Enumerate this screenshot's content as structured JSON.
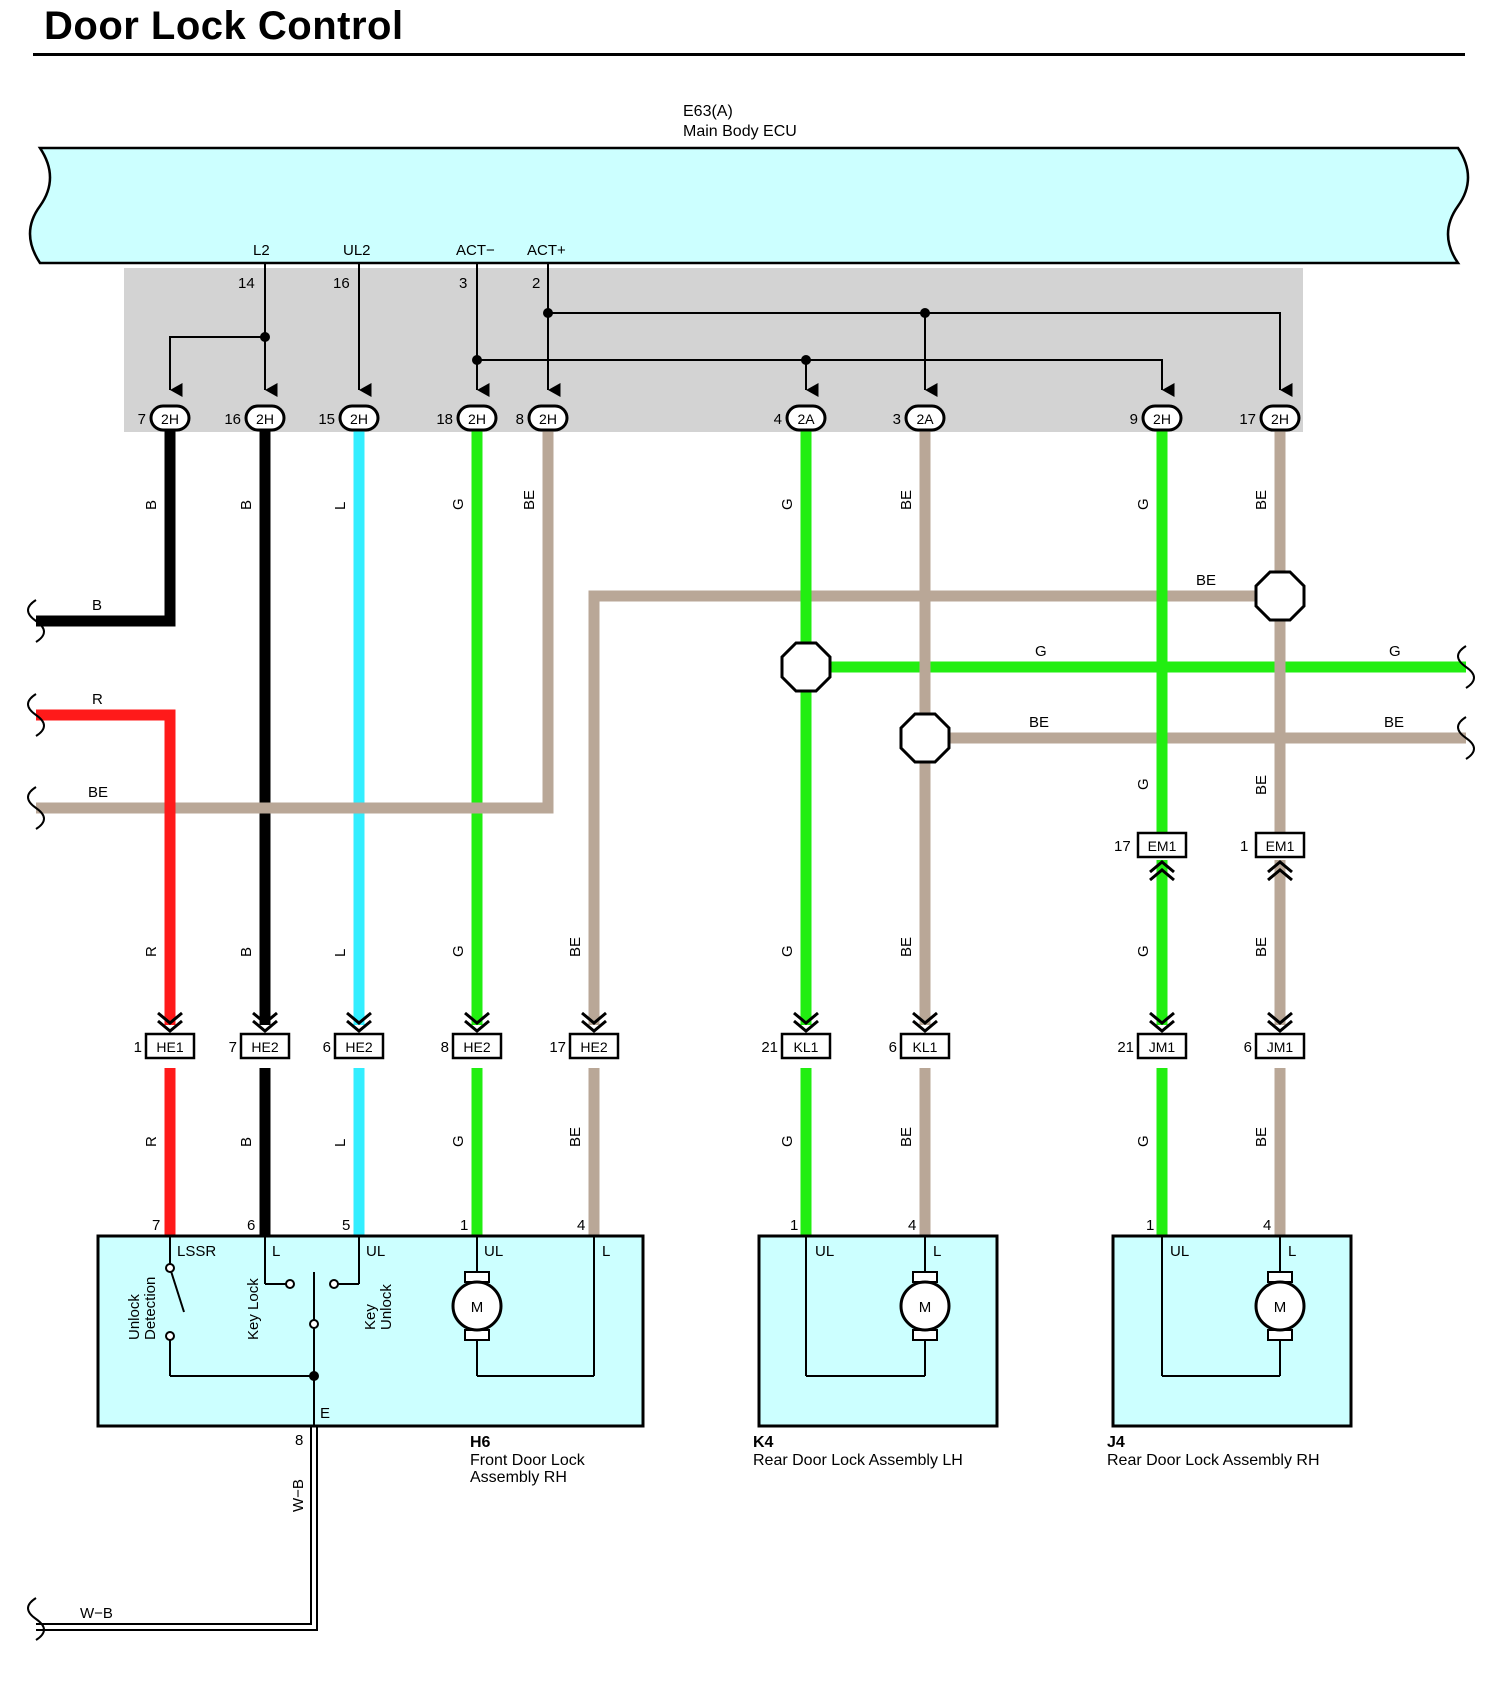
{
  "title": "Door Lock Control",
  "ecu": {
    "code": "E63(A)",
    "name": "Main Body ECU",
    "terminals": [
      {
        "name": "L2",
        "pin": "14"
      },
      {
        "name": "UL2",
        "pin": "16"
      },
      {
        "name": "ACT−",
        "pin": "3"
      },
      {
        "name": "ACT+",
        "pin": "2"
      }
    ]
  },
  "junctions": [
    {
      "pin": "7",
      "code": "2H"
    },
    {
      "pin": "16",
      "code": "2H"
    },
    {
      "pin": "15",
      "code": "2H"
    },
    {
      "pin": "18",
      "code": "2H"
    },
    {
      "pin": "8",
      "code": "2H"
    },
    {
      "pin": "4",
      "code": "2A"
    },
    {
      "pin": "3",
      "code": "2A"
    },
    {
      "pin": "9",
      "code": "2H"
    },
    {
      "pin": "17",
      "code": "2H"
    }
  ],
  "wire_colors": {
    "B": "#000000",
    "R": "#ff1a1a",
    "L": "#33eeff",
    "G": "#22ee11",
    "BE": "#b9a797",
    "W-B": "#000000"
  },
  "wire_labels": {
    "upper": [
      "B",
      "B",
      "L",
      "G",
      "BE",
      "G",
      "BE",
      "G",
      "BE"
    ],
    "left_b": "B",
    "left_r": "R",
    "left_be": "BE",
    "be_bus": "BE",
    "g_bus_1": "G",
    "g_bus_2": "G",
    "be_bus2_1": "BE",
    "be_bus2_2": "BE",
    "em1_g": "G",
    "em1_be": "BE",
    "mid": [
      "R",
      "B",
      "L",
      "G",
      "BE",
      "G",
      "BE",
      "G",
      "BE"
    ],
    "low": [
      "R",
      "B",
      "L",
      "G",
      "BE",
      "G",
      "BE",
      "G",
      "BE"
    ],
    "wb_vertical": "W−B",
    "wb_horizontal": "W−B"
  },
  "em1": [
    {
      "pin": "17",
      "code": "EM1"
    },
    {
      "pin": "1",
      "code": "EM1"
    }
  ],
  "inline_connectors": [
    {
      "pin": "1",
      "code": "HE1"
    },
    {
      "pin": "7",
      "code": "HE2"
    },
    {
      "pin": "6",
      "code": "HE2"
    },
    {
      "pin": "8",
      "code": "HE2"
    },
    {
      "pin": "17",
      "code": "HE2"
    },
    {
      "pin": "21",
      "code": "KL1"
    },
    {
      "pin": "6",
      "code": "KL1"
    },
    {
      "pin": "21",
      "code": "JM1"
    },
    {
      "pin": "6",
      "code": "JM1"
    }
  ],
  "h6": {
    "code": "H6",
    "name_line1": "Front Door Lock",
    "name_line2": "Assembly RH",
    "pins": [
      "7",
      "6",
      "5",
      "1",
      "4"
    ],
    "terms": [
      "LSSR",
      "L",
      "UL",
      "UL",
      "L"
    ],
    "switch1_line1": "Unlock",
    "switch1_line2": "Detection",
    "switch2": "Key Lock",
    "switch3_line1": "Key",
    "switch3_line2": "Unlock",
    "motor": "M",
    "ground_term": "E",
    "ground_pin": "8"
  },
  "k4": {
    "code": "K4",
    "name": "Rear Door Lock Assembly LH",
    "pins": [
      "1",
      "4"
    ],
    "terms": [
      "UL",
      "L"
    ],
    "motor": "M"
  },
  "j4": {
    "code": "J4",
    "name": "Rear Door Lock Assembly RH",
    "pins": [
      "1",
      "4"
    ],
    "terms": [
      "UL",
      "L"
    ],
    "motor": "M"
  }
}
